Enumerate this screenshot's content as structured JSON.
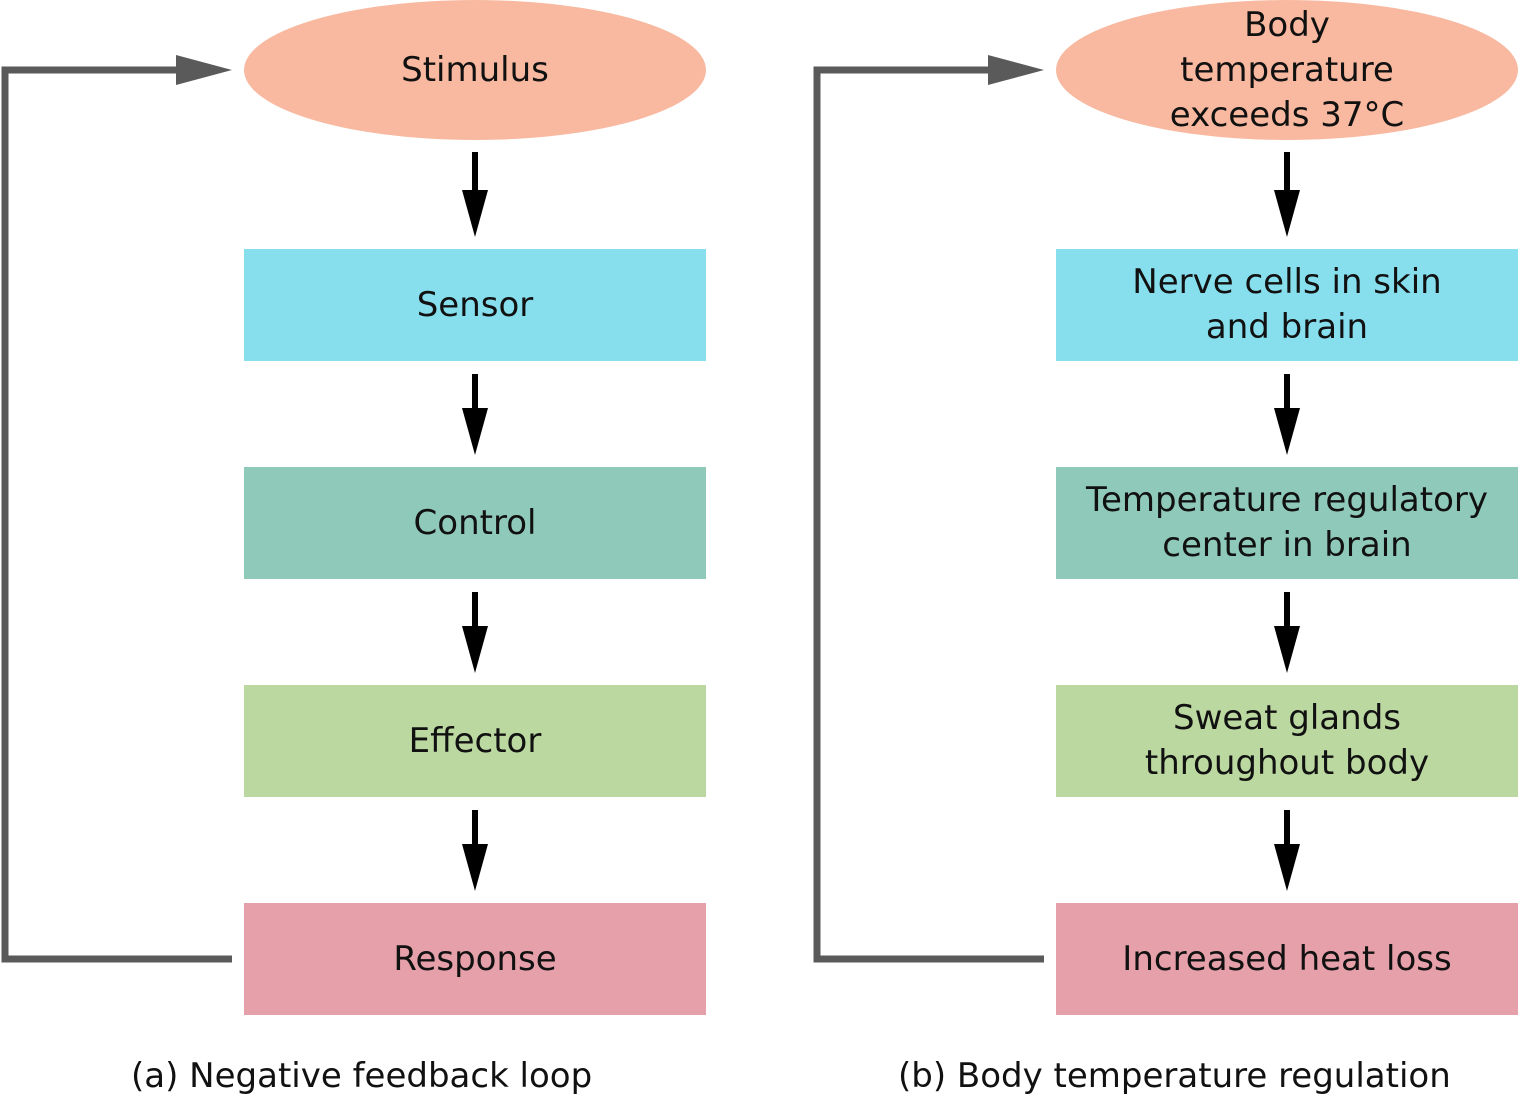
{
  "colors": {
    "stimulus": "#f8b9a0",
    "sensor": "#87dfee",
    "control": "#8fc9b9",
    "effector": "#bbd8a0",
    "response": "#e6a0a9",
    "flow_arrow": "#000000",
    "feedback_arrow": "#5a5a5a"
  },
  "panel_a": {
    "caption": "(a) Negative feedback loop",
    "stimulus": "Stimulus",
    "sensor": "Sensor",
    "control": "Control",
    "effector": "Effector",
    "response": "Response"
  },
  "panel_b": {
    "caption": "(b) Body temperature regulation",
    "stimulus": "Body temperature exceeds 37°C",
    "sensor": "Nerve cells in skin and brain",
    "control": "Temperature regulatory center in brain",
    "effector": "Sweat glands throughout body",
    "response": "Increased heat loss"
  }
}
